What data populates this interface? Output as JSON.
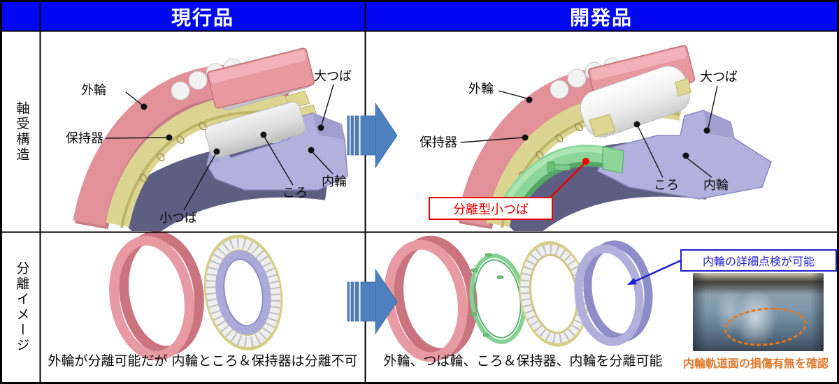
{
  "header": {
    "current": "現行品",
    "developed": "開発品"
  },
  "row_labels": {
    "structure": "軸受構造",
    "separation": "分離イメージ"
  },
  "bearing_labels": {
    "outer_ring": "外輪",
    "cage": "保持器",
    "large_rib": "大つば",
    "roller": "ころ",
    "inner_ring": "内輪",
    "small_rib": "小つば",
    "separable_small_rib": "分離型小つば"
  },
  "current": {
    "separation_caption": "外輪が分離可能だが 内輪ところ＆保持器は分離不可"
  },
  "developed": {
    "separation_caption": "外輪、つば輪、ころ＆保持器、内輪を分離可能",
    "inspection_note": "内輪の詳細点検が可能",
    "photo_caption": "内輪軌道面の損傷有無を確認"
  },
  "colors": {
    "header_bg": "#0008f2",
    "accent_red": "#ee0000",
    "accent_blue": "#1f1fd0",
    "accent_orange": "#e8761f",
    "arrow_blue": "#4e80c0",
    "outer_ring_pink": "#e29199",
    "cage_yellow": "#dcd592",
    "inner_ring_purple": "#b2b1dd",
    "rib_green": "#8bd698",
    "bore_navy": "#5e5e83"
  }
}
